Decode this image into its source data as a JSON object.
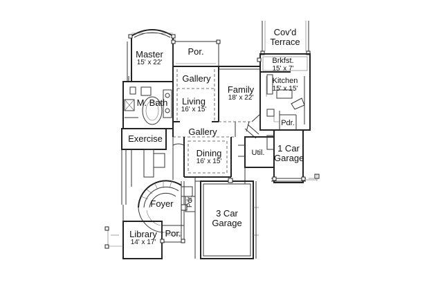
{
  "rooms": {
    "covd_terrace": {
      "name_line1": "Cov'd",
      "name_line2": "Terrace"
    },
    "master": {
      "name": "Master",
      "dims": "15' x 22'"
    },
    "porch_top": {
      "name": "Por."
    },
    "gallery_top": {
      "name": "Gallery"
    },
    "brkfst": {
      "name": "Brkfst.",
      "dims": "15' x 7'"
    },
    "family": {
      "name": "Family",
      "dims": "18' x 22'"
    },
    "kitchen": {
      "name": "Kitchen",
      "dims": "15' x 15'"
    },
    "living": {
      "name": "Living",
      "dims": "16' x 15'"
    },
    "m_bath": {
      "name": "M. Bath"
    },
    "pdr_right": {
      "name": "Pdr."
    },
    "gallery_mid": {
      "name": "Gallery"
    },
    "exercise": {
      "name": "Exercise"
    },
    "util": {
      "name": "Util."
    },
    "garage_1": {
      "name_line1": "1 Car",
      "name_line2": "Garage"
    },
    "dining": {
      "name": "Dining",
      "dims": "16' x 15'"
    },
    "foyer": {
      "name": "Foyer"
    },
    "pdr_left": {
      "name": "Pdr."
    },
    "garage_3": {
      "name_line1": "3 Car",
      "name_line2": "Garage"
    },
    "library": {
      "name": "Library",
      "dims": "14' x 17'"
    },
    "porch_bottom": {
      "name": "Por."
    }
  }
}
